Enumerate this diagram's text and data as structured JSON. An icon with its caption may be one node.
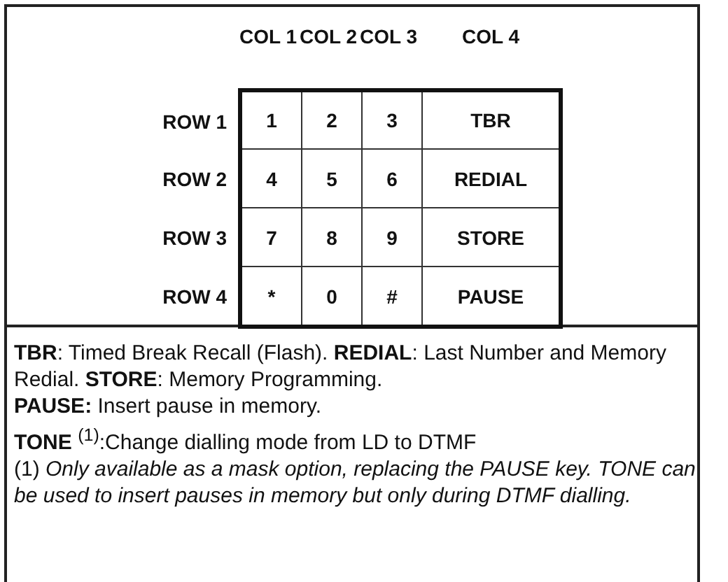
{
  "diagram": {
    "labels": [
      "COL 1",
      "COL 2",
      "COL 3",
      "COL 4",
      "ROW 1",
      "1",
      "2",
      "3",
      "TBR",
      "ROW 2",
      "4",
      "5",
      "6",
      "REDIAL",
      "ROW 3",
      "7",
      "8",
      "9",
      "STORE",
      "ROW 4",
      "*",
      "0",
      "#",
      "PAUSE",
      "**TBR**: Timed Break Recall (Flash). **REDIAL**: Last Number and Memory Redial. **STORE**: Memory Programming.",
      "**PAUSE:** Insert pause in memory.",
      "**TONE** $^{(1)}$:Change dialling mode from LD to DTMF",
      "(1) *Only available as a mask option, replacing the PAUSE key. TONE can be used to insert pauses in memory but only during DTMF dialling.*"
    ]
  }
}
